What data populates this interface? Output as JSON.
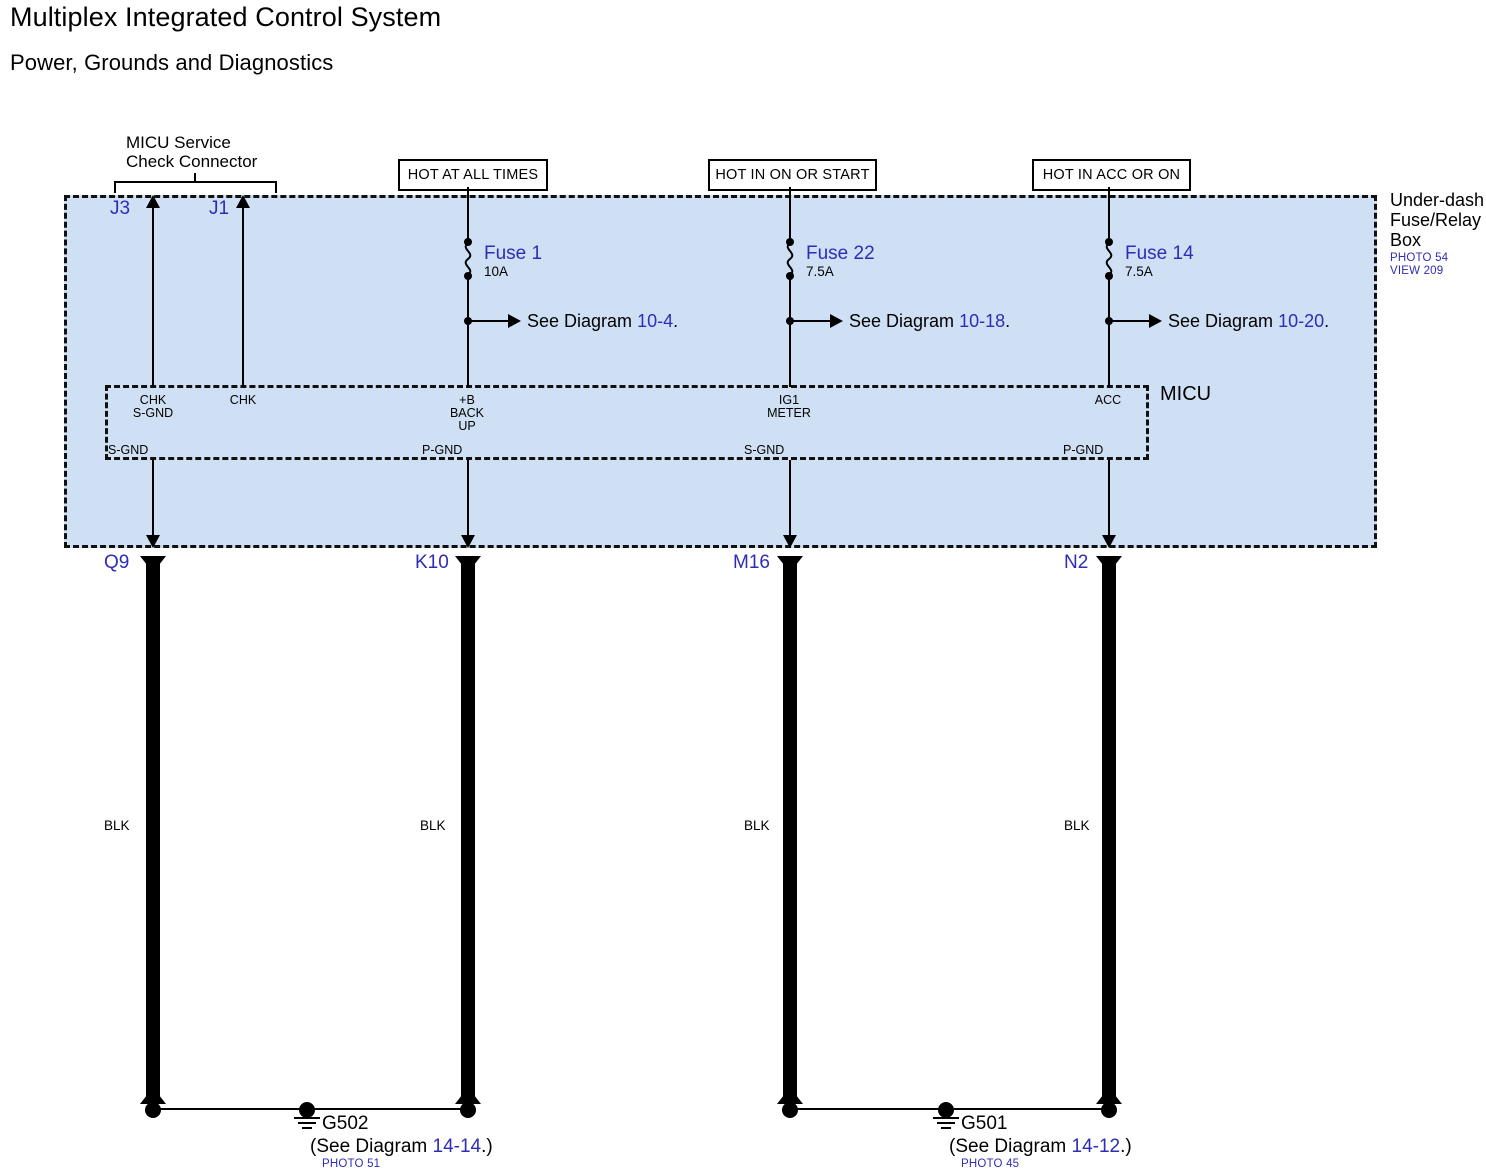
{
  "title": "Multiplex Integrated Control System",
  "subtitle": "Power, Grounds and Diagnostics",
  "fusebox": {
    "label_line1": "Under-dash",
    "label_line2": "Fuse/Relay",
    "label_line3": "Box",
    "photo": "PHOTO 54",
    "view": "VIEW 209",
    "fill_color": "#cfe0f5"
  },
  "micu": {
    "label": "MICU"
  },
  "service_connector": {
    "caption_line1": "MICU Service",
    "caption_line2": "Check Connector",
    "terminals": [
      {
        "name": "J3",
        "pin_top": "CHK",
        "pin_bottom": "S-GND"
      },
      {
        "name": "J1",
        "pin_top": "CHK",
        "pin_bottom": ""
      }
    ]
  },
  "power_feeds": [
    {
      "source": "HOT AT ALL TIMES",
      "fuse_name": "Fuse 1",
      "fuse_rating": "10A",
      "see_prefix": "See Diagram ",
      "see_ref": "10-4",
      "see_suffix": ".",
      "pin_top": "+B",
      "pin_mid": "BACK",
      "pin_low": "UP",
      "pin_gnd": "P-GND",
      "terminal": "K10",
      "wire_color": "BLK"
    },
    {
      "source": "HOT IN ON OR START",
      "fuse_name": "Fuse 22",
      "fuse_rating": "7.5A",
      "see_prefix": "See Diagram ",
      "see_ref": "10-18",
      "see_suffix": ".",
      "pin_top": "IG1",
      "pin_mid": "METER",
      "pin_low": "",
      "pin_gnd": "S-GND",
      "terminal": "M16",
      "wire_color": "BLK"
    },
    {
      "source": "HOT IN ACC OR ON",
      "fuse_name": "Fuse 14",
      "fuse_rating": "7.5A",
      "see_prefix": "See Diagram ",
      "see_ref": "10-20",
      "see_suffix": ".",
      "pin_top": "ACC",
      "pin_mid": "",
      "pin_low": "",
      "pin_gnd": "P-GND",
      "terminal": "N2",
      "wire_color": "BLK"
    }
  ],
  "ground_left": {
    "terminal": "Q9",
    "pin_top": "CHK",
    "pin_top2": "S-GND",
    "pin_gnd": "S-GND",
    "wire_color": "BLK"
  },
  "grounds": [
    {
      "name": "G502",
      "see_text": "(See Diagram ",
      "see_ref": "14-14",
      "see_suffix": ".)",
      "photo": "PHOTO 51"
    },
    {
      "name": "G501",
      "see_text": "(See Diagram ",
      "see_ref": "14-12",
      "see_suffix": ".)",
      "photo": "PHOTO 45"
    }
  ]
}
